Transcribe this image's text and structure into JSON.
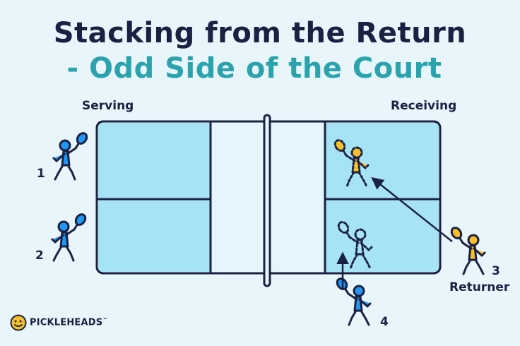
{
  "title": {
    "line1": "Stacking from the Return",
    "line2": "- Odd Side of the Court"
  },
  "labels": {
    "serving": "Serving",
    "receiving": "Receiving",
    "returner": "Returner"
  },
  "players": [
    {
      "number": "1",
      "side": "serving",
      "style": "solid",
      "color": "#2196f3"
    },
    {
      "number": "2",
      "side": "serving",
      "style": "solid",
      "color": "#2196f3"
    },
    {
      "number": "3",
      "side": "receiving",
      "style": "solid",
      "color": "#f5c02a"
    },
    {
      "number": "4",
      "side": "receiving",
      "style": "solid",
      "color": "#2196f3"
    }
  ],
  "colors": {
    "navy": "#1b2142",
    "teal": "#2ba3ad",
    "court_box": "#a5e3f5",
    "kitchen": "#e4f6fc",
    "player_blue": "#2196f3",
    "player_yellow": "#f5c02a",
    "background": "#e8f5fb"
  },
  "logo": {
    "text": "PICKLEHEADS",
    "tm": "™"
  }
}
